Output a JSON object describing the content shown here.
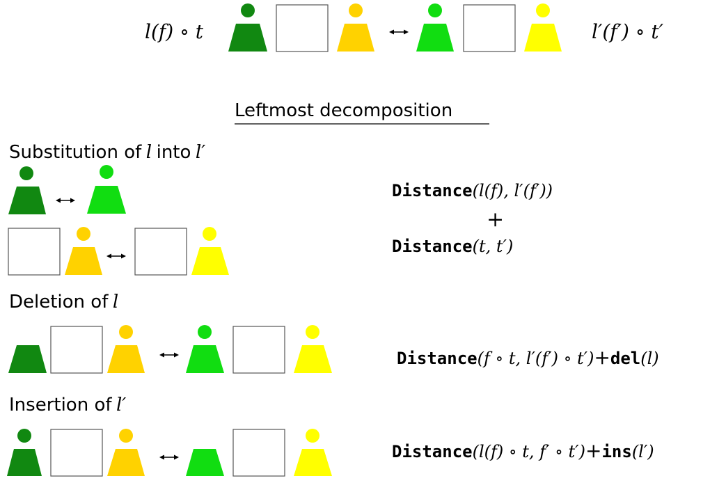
{
  "top": {
    "left_expr": "l(f) ∘ t",
    "right_expr": "l′(f′) ∘ t′"
  },
  "section_title": "Leftmost decomposition",
  "substitution": {
    "heading_text": "Substitution of",
    "heading_l": "l",
    "heading_into": "into",
    "heading_lprime": "l′",
    "dist1_fn": "Distance",
    "dist1_args": "(l(f), l′(f′))",
    "plus": "+",
    "dist2_fn": "Distance",
    "dist2_args": "(t, t′)"
  },
  "deletion": {
    "heading_text": "Deletion of",
    "heading_l": "l",
    "formula_fn": "Distance",
    "formula_args": "(f ∘ t, l′(f′) ∘ t′)",
    "formula_plus": "+",
    "formula_op": "del",
    "formula_op_args": "(l)"
  },
  "insertion": {
    "heading_text": "Insertion of",
    "heading_lprime": "l′",
    "formula_fn": "Distance",
    "formula_args": "(l(f) ∘ t, f′ ∘ t′)",
    "formula_plus": "+",
    "formula_op": "ins",
    "formula_op_args": "(l′)"
  },
  "colors": {
    "dark_green": "#118811",
    "light_green": "#11DD11",
    "dark_yellow": "#FFD200",
    "light_yellow": "#FFFF00",
    "box_stroke": "#555555",
    "text": "#000000"
  }
}
